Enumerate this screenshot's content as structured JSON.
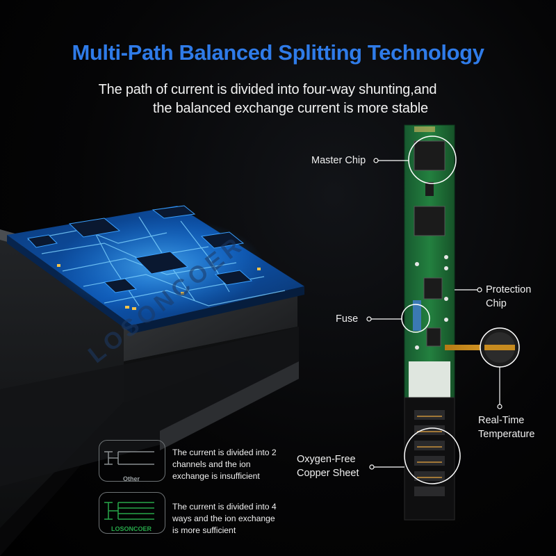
{
  "header": {
    "title": "Multi-Path Balanced Splitting Technology",
    "subtitle_line1": "The path of current is divided into four-way shunting,and",
    "subtitle_line2": "the balanced exchange current is more stable"
  },
  "watermark": "LOSONCOER",
  "callouts": {
    "master_chip": "Master Chip",
    "protection_chip_line1": "Protection",
    "protection_chip_line2": "Chip",
    "fuse": "Fuse",
    "temperature_line1": "Real-Time",
    "temperature_line2": "Temperature",
    "copper_line1": "Oxygen-Free",
    "copper_line2": "Copper Sheet"
  },
  "legend": {
    "other": {
      "label": "Other",
      "line1": "The current is divided into 2",
      "line2": "channels and the ion",
      "line3": "exchange is insufficient"
    },
    "brand": {
      "label": "LOSONCOER",
      "line1": "The current is divided into 4",
      "line2": "ways and the ion exchange",
      "line3": "is more sufficient"
    }
  },
  "colors": {
    "title": "#2f7be8",
    "pcb_green": "#1f6b3a",
    "circuit_glow": "#1e8fff",
    "other_label": "#9aa0a2",
    "brand_label": "#27a84a"
  }
}
